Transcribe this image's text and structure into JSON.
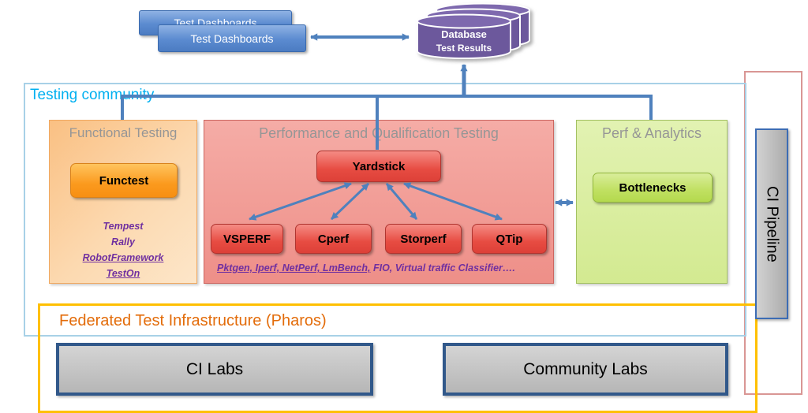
{
  "dashboards": {
    "front_label": "Test Dashboards",
    "back_label": "Test Dashboards"
  },
  "database": {
    "title": "Database",
    "subtitle": "Test Results"
  },
  "community": {
    "label": "Testing community"
  },
  "functional": {
    "title": "Functional Testing",
    "button": "Functest",
    "tools": [
      "Tempest",
      "Rally",
      "RobotFramework",
      "TestOn"
    ]
  },
  "performance": {
    "title": "Performance and Qualification Testing",
    "main_tool": "Yardstick",
    "tools": [
      "VSPERF",
      "Cperf",
      "Storperf",
      "QTip"
    ],
    "footnote_underlined": "Pktgen, Iperf, NetPerf, LmBench,",
    "footnote_rest": " FIO, Virtual traffic Classifier…."
  },
  "analytics": {
    "title": "Perf & Analytics",
    "button": "Bottlenecks"
  },
  "ci_pipeline": {
    "label": "CI Pipeline"
  },
  "federated": {
    "title": "Federated Test Infrastructure (Pharos)",
    "ci_labs": "CI Labs",
    "community_labs": "Community Labs"
  },
  "colors": {
    "arrow_blue": "#4F81BD",
    "community_label": "#00B0F0",
    "federated_border": "#FFC000",
    "federated_label": "#E36C0A",
    "purple_text": "#7030A0",
    "database_purple": "#6C589C",
    "dashboard_blue": "#5B8BD0",
    "red_button": "#E74C42",
    "orange_button": "#FB9A1E",
    "green_button": "#C0E061",
    "ci_pipeline_border": "#D99694"
  }
}
